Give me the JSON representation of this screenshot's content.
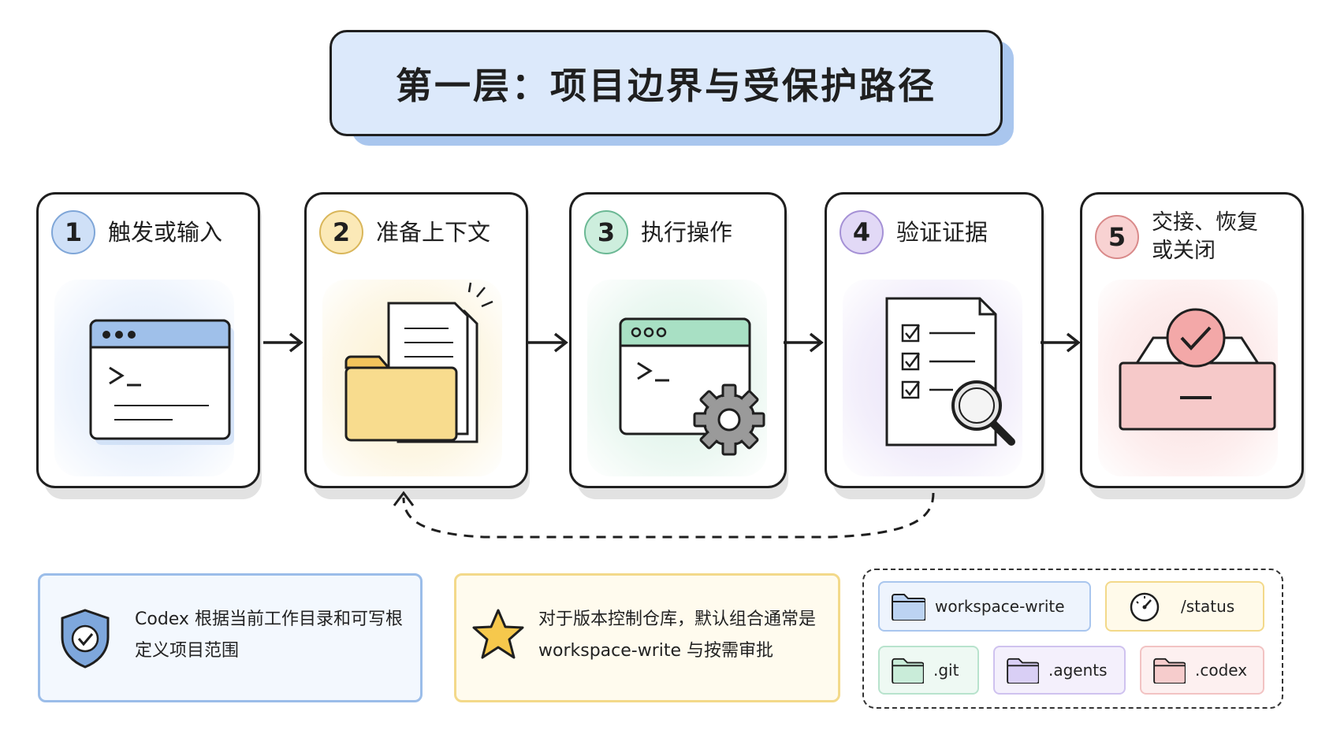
{
  "title": "第一层：项目边界与受保护路径",
  "steps": [
    {
      "number": "1",
      "label": "触发或输入",
      "icon": "terminal-window-icon"
    },
    {
      "number": "2",
      "label": "准备上下文",
      "icon": "folder-documents-icon"
    },
    {
      "number": "3",
      "label": "执行操作",
      "icon": "terminal-gear-icon"
    },
    {
      "number": "4",
      "label": "验证证据",
      "icon": "checklist-magnifier-icon"
    },
    {
      "number": "5",
      "label_line1": "交接、恢复",
      "label_line2": "或关闭",
      "icon": "inbox-check-icon"
    }
  ],
  "notes": {
    "scope": {
      "line1": "Codex 根据当前工作目录和可写根",
      "line2": "定义项目范围",
      "icon": "shield-check-icon"
    },
    "default": {
      "line1": "对于版本控制仓库，默认组合通常是",
      "line2": "workspace-write  与按需审批",
      "icon": "star-icon"
    }
  },
  "tags": {
    "workspace_write": "workspace-write",
    "status": "/status",
    "git": ".git",
    "agents": ".agents",
    "codex": ".codex"
  },
  "colors": {
    "blue": "#dce9fb",
    "yellow": "#fdf3d4",
    "green": "#dff3ea",
    "purple": "#ebe4f8",
    "pink": "#fbe1e1"
  }
}
